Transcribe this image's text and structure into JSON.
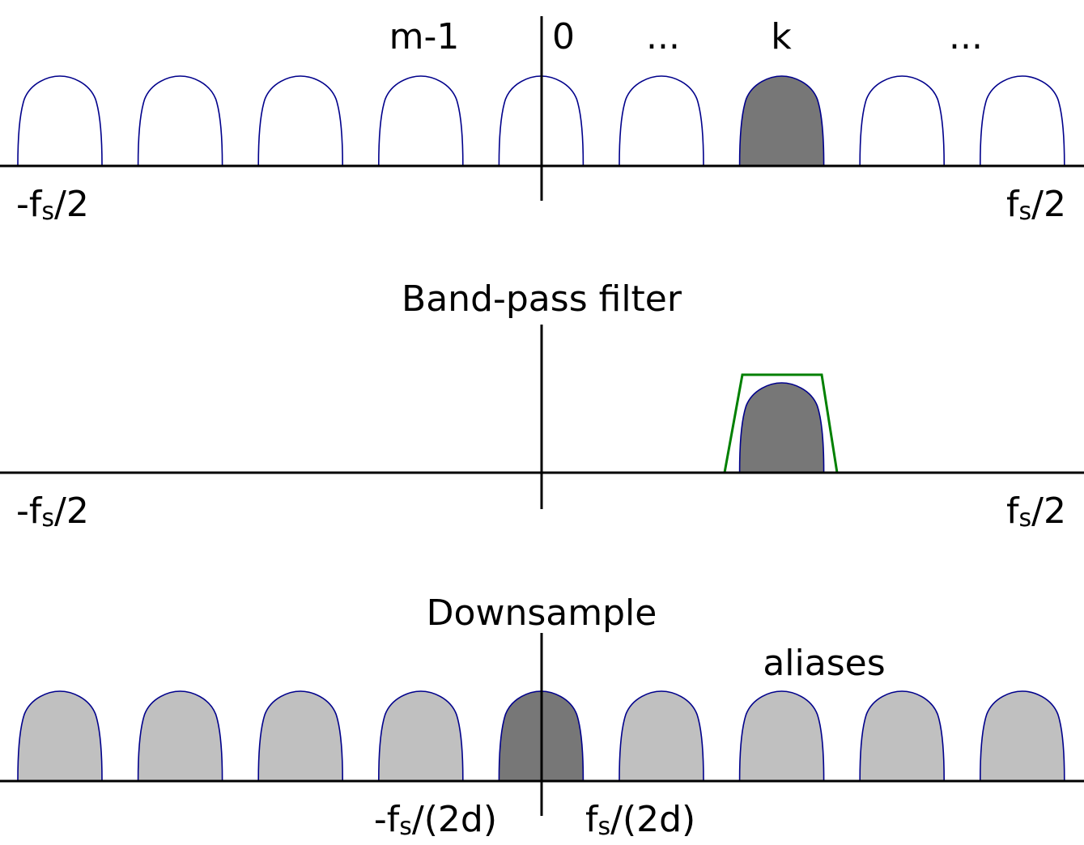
{
  "colors": {
    "axis": "#000000",
    "lobe_outline": "#00008b",
    "selected_fill": "#777777",
    "alias_fill": "#c0c0c0",
    "filter_outline": "#008000",
    "background": "#ffffff"
  },
  "panel1": {
    "channel_labels": {
      "m_minus_1": "m-1",
      "zero": "0",
      "ellipsis_mid": "...",
      "k": "k",
      "ellipsis_right": "..."
    },
    "edge_left": {
      "prefix": "-f",
      "sub": "s",
      "suffix": "/2"
    },
    "edge_right": {
      "prefix": "f",
      "sub": "s",
      "suffix": "/2"
    },
    "selected_channel_index": 6
  },
  "panel2": {
    "title": "Band-pass filter",
    "edge_left": {
      "prefix": "-f",
      "sub": "s",
      "suffix": "/2"
    },
    "edge_right": {
      "prefix": "f",
      "sub": "s",
      "suffix": "/2"
    }
  },
  "panel3": {
    "title": "Downsample",
    "aliases_label": "aliases",
    "edge_left": {
      "prefix": "-f",
      "sub": "s",
      "suffix": "/(2d)"
    },
    "edge_right": {
      "prefix": "f",
      "sub": "s",
      "suffix": "/(2d)"
    },
    "center_channel_index": 4
  },
  "channel_count": 9
}
